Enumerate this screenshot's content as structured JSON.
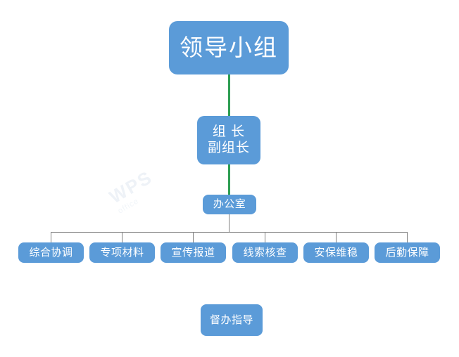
{
  "diagram": {
    "title_text": "领导小组",
    "watermark": {
      "text": "WPS",
      "sub": "office"
    },
    "root": {
      "label": "领导小组"
    },
    "leader": {
      "label": "组 长\n副组长"
    },
    "office": {
      "label": "办公室"
    },
    "leaves": [
      {
        "label": "综合协调"
      },
      {
        "label": "专项材料"
      },
      {
        "label": "宣传报道"
      },
      {
        "label": "线索核查"
      },
      {
        "label": "安保维稳"
      },
      {
        "label": "后勤保障"
      }
    ],
    "extra": {
      "label": "督办指导"
    },
    "colors": {
      "node_fill": "#5B9BD8",
      "node_text": "#FFFFFF",
      "connector_primary": "#2E9E53",
      "connector_secondary": "#808080",
      "background": "#FFFFFF"
    }
  }
}
